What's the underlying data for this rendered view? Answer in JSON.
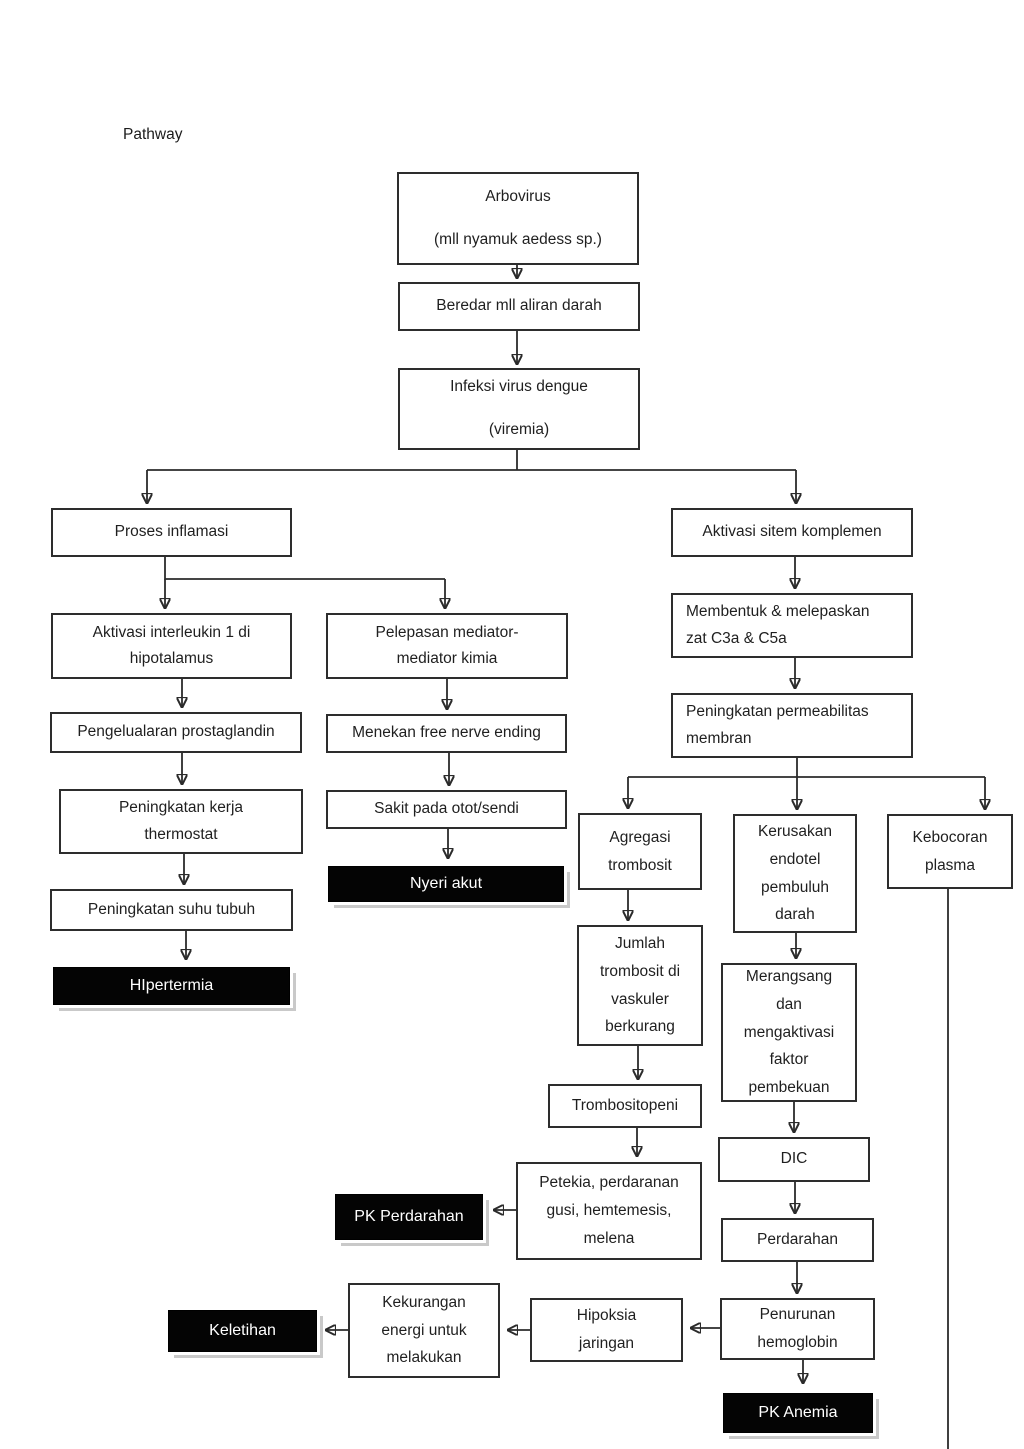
{
  "page": {
    "title": "Pathway",
    "background_color": "#ffffff",
    "line_color": "#2b2b2b",
    "box_border_color": "#2d2d2d",
    "dark_box_bg": "#040404",
    "dark_box_text_color": "#ffffff",
    "dark_box_shadow_color": "#c9c9c9"
  },
  "diagram": {
    "nodes": {
      "arbovirus": {
        "label": "Arbovirus\n(mll nyamuk aedess sp.)"
      },
      "beredar": {
        "label": "Beredar mll aliran darah"
      },
      "infeksi": {
        "label": "Infeksi virus dengue\n(viremia)"
      },
      "proses_inflamasi": {
        "label": "Proses inflamasi"
      },
      "aktivasi_komplemen": {
        "label": "Aktivasi sitem komplemen"
      },
      "interleukin": {
        "label": "Aktivasi interleukin 1 di\nhipotalamus"
      },
      "pelepasan_mediator": {
        "label": "Pelepasan mediator-\nmediator kimia"
      },
      "membentuk_zat": {
        "label": "Membentuk & melepaskan\nzat C3a & C5a"
      },
      "permeabilitas": {
        "label": "Peningkatan permeabilitas\nmembran"
      },
      "pengelualaran": {
        "label": "Pengelualaran prostaglandin"
      },
      "menekan_nerve": {
        "label": "Menekan free nerve ending"
      },
      "kerja_thermostat": {
        "label": "Peningkatan kerja\nthermostat"
      },
      "sakit_otot": {
        "label": "Sakit pada otot/sendi"
      },
      "suhu_tubuh": {
        "label": "Peningkatan suhu tubuh"
      },
      "nyeri_akut": {
        "label": "Nyeri akut"
      },
      "hipertermia": {
        "label": "HIpertermia"
      },
      "agregasi": {
        "label": "Agregasi\ntrombosit"
      },
      "kerusakan_endotel": {
        "label": "Kerusakan\nendotel\npembuluh\ndarah"
      },
      "kebocoran_plasma": {
        "label": "Kebocoran\nplasma"
      },
      "jumlah_trombosit": {
        "label": "Jumlah\ntrombosit di\nvaskuler\nberkurang"
      },
      "merangsang": {
        "label": "Merangsang\ndan\nmengaktivasi\nfaktor\npembekuan"
      },
      "trombositopeni": {
        "label": "Trombositopeni"
      },
      "dic": {
        "label": "DIC"
      },
      "petekia": {
        "label": "Petekia, perdaranan\ngusi, hemtemesis,\nmelena"
      },
      "pk_perdarahan": {
        "label": "PK Perdarahan"
      },
      "perdarahan": {
        "label": "Perdarahan"
      },
      "kekurangan_energi": {
        "label": "Kekurangan\nenergi untuk\nmelakukan"
      },
      "hipoksia": {
        "label": "Hipoksia\njaringan"
      },
      "penurunan_hb": {
        "label": "Penurunan\nhemoglobin"
      },
      "keletihan": {
        "label": "Keletihan"
      },
      "pk_anemia": {
        "label": "PK Anemia"
      }
    }
  }
}
